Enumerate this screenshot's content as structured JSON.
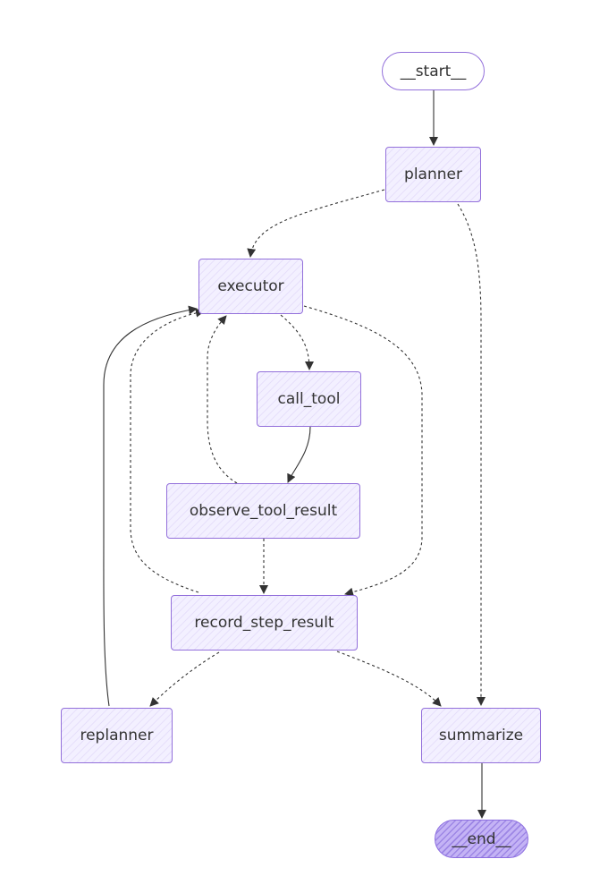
{
  "diagram": {
    "nodes": {
      "start": "__start__",
      "planner": "planner",
      "executor": "executor",
      "call_tool": "call_tool",
      "observe_tool_result": "observe_tool_result",
      "record_step_result": "record_step_result",
      "replanner": "replanner",
      "summarize": "summarize",
      "end": "__end__"
    },
    "edges": [
      {
        "from": "__start__",
        "to": "planner",
        "style": "solid"
      },
      {
        "from": "planner",
        "to": "executor",
        "style": "dashed"
      },
      {
        "from": "planner",
        "to": "summarize",
        "style": "dashed"
      },
      {
        "from": "executor",
        "to": "call_tool",
        "style": "dashed"
      },
      {
        "from": "executor",
        "to": "record_step_result",
        "style": "dashed"
      },
      {
        "from": "call_tool",
        "to": "observe_tool_result",
        "style": "solid"
      },
      {
        "from": "observe_tool_result",
        "to": "executor",
        "style": "dashed"
      },
      {
        "from": "observe_tool_result",
        "to": "record_step_result",
        "style": "dashed"
      },
      {
        "from": "record_step_result",
        "to": "executor",
        "style": "dashed"
      },
      {
        "from": "record_step_result",
        "to": "replanner",
        "style": "dashed"
      },
      {
        "from": "record_step_result",
        "to": "summarize",
        "style": "dashed"
      },
      {
        "from": "replanner",
        "to": "executor",
        "style": "solid"
      },
      {
        "from": "summarize",
        "to": "__end__",
        "style": "solid"
      }
    ],
    "colors": {
      "node_border": "#9370db",
      "node_fill": "#f3f0ff",
      "end_fill": "#c4b3f5",
      "edge": "#333333",
      "text": "#333333"
    }
  }
}
